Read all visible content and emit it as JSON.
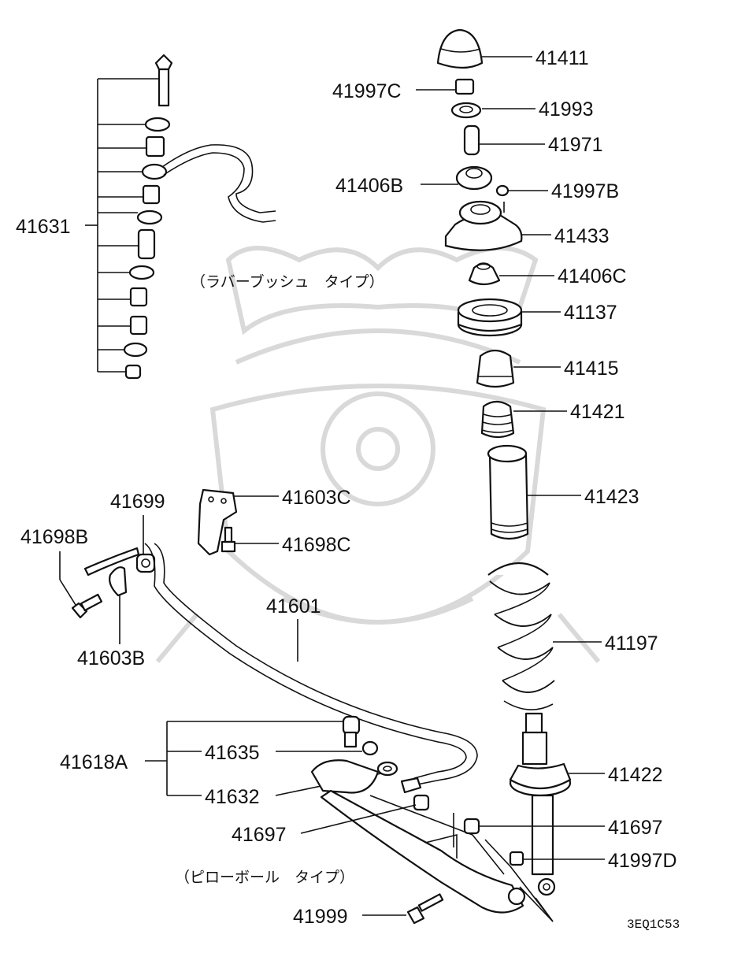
{
  "parts": {
    "p41411": "41411",
    "p41997C": "41997C",
    "p41993": "41993",
    "p41971": "41971",
    "p41406B": "41406B",
    "p41997B": "41997B",
    "p41433": "41433",
    "p41406C": "41406C",
    "p41137": "41137",
    "p41415": "41415",
    "p41421": "41421",
    "p41423": "41423",
    "p41197": "41197",
    "p41422": "41422",
    "p41697_right": "41697",
    "p41997D": "41997D",
    "p41631": "41631",
    "p41699": "41699",
    "p41603C": "41603C",
    "p41698B": "41698B",
    "p41698C": "41698C",
    "p41601": "41601",
    "p41603B": "41603B",
    "p41618A": "41618A",
    "p41635": "41635",
    "p41632": "41632",
    "p41697_left": "41697",
    "p41999": "41999"
  },
  "notes": {
    "rubber_bush_type": "（ラバーブッシュ　タイプ）",
    "pillow_ball_type": "（ピローボール　タイプ）"
  },
  "diagram_code": "3EQ1C53"
}
